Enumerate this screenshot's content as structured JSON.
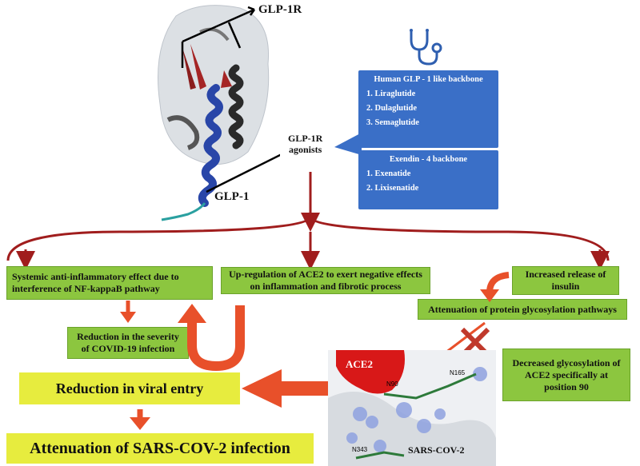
{
  "labels": {
    "glp1r": "GLP-1R",
    "glp1": "GLP-1",
    "agonists_line1": "GLP-1R",
    "agonists_line2": "agonists"
  },
  "backbones": {
    "human": {
      "title": "Human GLP - 1 like backbone",
      "items": [
        "1. Liraglutide",
        "2. Dulaglutide",
        "3. Semaglutide"
      ]
    },
    "exendin": {
      "title": "Exendin - 4 backbone",
      "items": [
        "1. Exenatide",
        "2. Lixisenatide"
      ]
    }
  },
  "effects": {
    "anti_inflammatory": "Systemic anti-inflammatory effect due to interference of NF-kappaB pathway",
    "ace2_upregulation": "Up-regulation of ACE2 to exert negative effects on inflammation and fibrotic process",
    "insulin": "Increased release of insulin",
    "glycosylation": "Attenuation of protein glycosylation pathways",
    "severity": "Reduction in the severity of COVID-19 infection",
    "decreased_glycosylation": "Decreased glycosylation of ACE2 specifically at position 90"
  },
  "outcomes": {
    "viral_entry": "Reduction in viral entry",
    "attenuation": "Attenuation of SARS-COV-2 infection"
  },
  "structure_labels": {
    "ace2": "ACE2",
    "sars": "SARS-COV-2",
    "n90": "N90",
    "n165": "N165",
    "n343": "N343"
  },
  "colors": {
    "green_box": "#8cc63f",
    "yellow_box": "#e7ec3e",
    "blue_box": "#3a6fc7",
    "arrow_dark_red": "#a01d1d",
    "arrow_orange": "#e8502a",
    "ace2_red": "#d81818"
  }
}
